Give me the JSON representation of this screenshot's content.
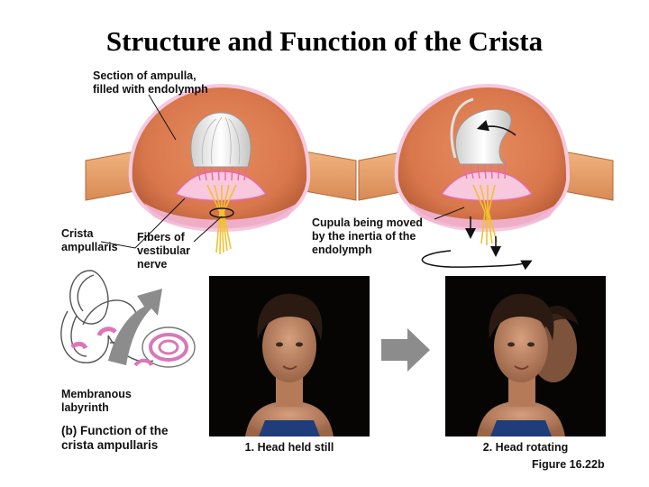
{
  "title": "Structure and Function of the Crista",
  "labels": {
    "ampulla_section": "Section of ampulla,\nfilled with endolymph",
    "crista_ampullaris": "Crista\nampullaris",
    "fibers": "Fibers of\nvestibular\nnerve",
    "cupula_moved": "Cupula being moved\nby the inertia of the\nendolymph",
    "membranous_labyrinth": "Membranous\nlabyrinth",
    "part_b": "(b) Function of the\n     crista ampullaris"
  },
  "captions": {
    "photo_1": "1. Head held still",
    "photo_2": "2. Head rotating"
  },
  "figure_number": "Figure 16.22b",
  "colors": {
    "ampulla_fill": "#d9774c",
    "tube": "#e8a36c",
    "cupula": "#f2f2f2",
    "hair_cells": "#e56aa8",
    "nerve": "#f2c12e",
    "arrow": "#8c8c8c",
    "labyrinth_highlight": "#d977b8"
  }
}
